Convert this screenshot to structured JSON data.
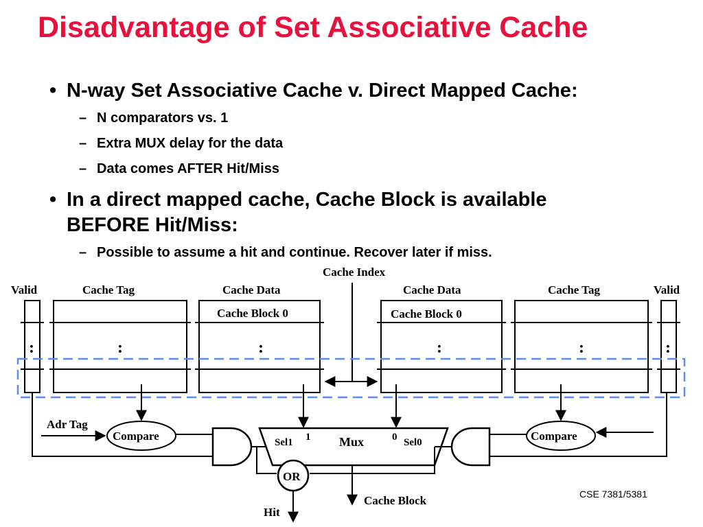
{
  "slide": {
    "title": "Disadvantage of Set Associative Cache",
    "bullets": {
      "b1": "N-way Set Associative Cache v. Direct Mapped Cache:",
      "b1_sub1": "N comparators vs. 1",
      "b1_sub2": "Extra MUX delay for the data",
      "b1_sub3": "Data comes AFTER Hit/Miss",
      "b2_line1": "In a direct mapped cache, Cache Block is available",
      "b2_line2": "BEFORE Hit/Miss:",
      "b2_sub1": "Possible to assume a hit and continue.  Recover later if miss."
    },
    "bullet_mark": "•",
    "dash_mark": "–",
    "footer": "CSE 7381/5381"
  },
  "diagram": {
    "cache_index": "Cache Index",
    "valid_left": "Valid",
    "tag_left": "Cache Tag",
    "data_left": "Cache Data",
    "block0_left": "Cache Block 0",
    "data_right": "Cache Data",
    "block0_right": "Cache Block 0",
    "tag_right": "Cache Tag",
    "valid_right": "Valid",
    "ellipsis": ":",
    "adr_tag": "Adr Tag",
    "compare_left": "Compare",
    "compare_right": "Compare",
    "sel1": "Sel1",
    "one": "1",
    "mux": "Mux",
    "zero": "0",
    "sel0": "Sel0",
    "or": "OR",
    "hit": "Hit",
    "cache_block_out": "Cache Block"
  }
}
